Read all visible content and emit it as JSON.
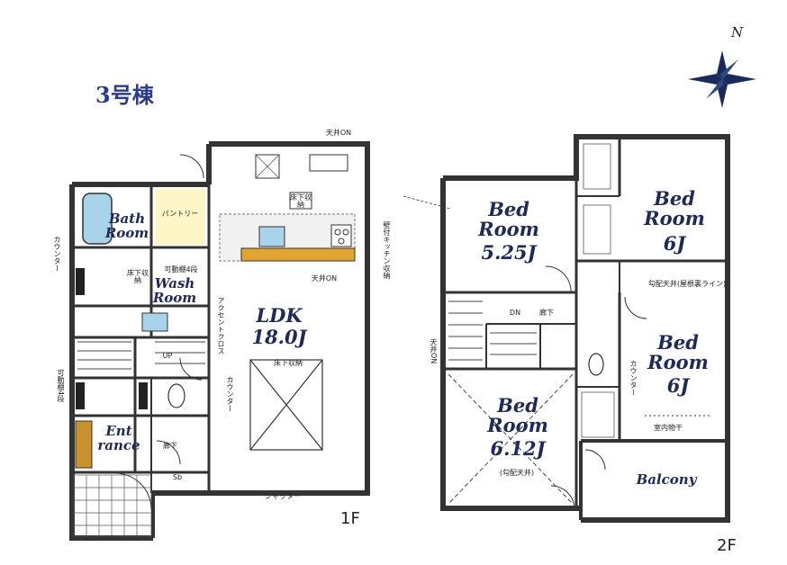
{
  "building_label": "3号棟",
  "compass": {
    "north": "N"
  },
  "floors": {
    "first": "1F",
    "second": "2F"
  },
  "first_floor": {
    "bath": "Bath\nRoom",
    "pantry": "パントリー",
    "wash": "Wash\nRoom",
    "wash_note": "可動棚4段",
    "ldk": "LDK",
    "ldk_size": "18.0J",
    "entrance": "Ent\nrance",
    "up": "UP",
    "hall": "廊下",
    "ceiling_top": "天井ON",
    "ceiling_mid": "天井ON",
    "counter_left": "カウンター",
    "accent_cross": "アクセントクロス",
    "counter_mid": "カウンター",
    "storage_top": "床下収納",
    "storage_hall": "床下収納",
    "wash_storage": "床下収納",
    "shoe": "Sb",
    "shutter": "シャッター",
    "cabinet_right": "壁付キッチン収納",
    "left_shelf": "可動棚4段"
  },
  "second_floor": {
    "bed1": "Bed\nRoom",
    "bed1_size": "5.25J",
    "bed2": "Bed\nRoom",
    "bed2_size": "6J",
    "bed3": "Bed\nRoom",
    "bed3_size": "6J",
    "bed4": "Bed\nRoom",
    "bed4_size": "6.12J",
    "bed4_note": "(勾配天井)",
    "balcony": "Balcony",
    "dn": "DN",
    "hall": "廊下",
    "loft_line": "勾配天井(屋根裏ライン)",
    "counter": "カウンター",
    "laundry": "室内物干",
    "ceiling_note": "天井ON"
  }
}
